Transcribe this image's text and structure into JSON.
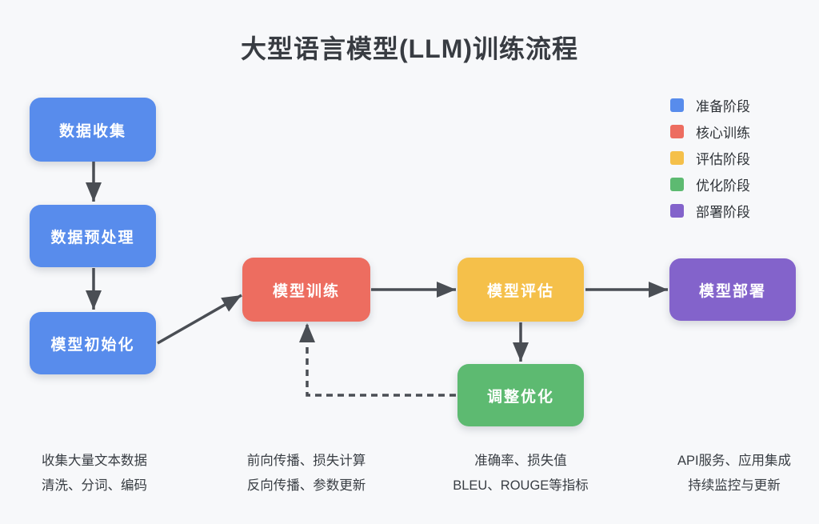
{
  "title": "大型语言模型(LLM)训练流程",
  "colors": {
    "background": "#F7F8FA",
    "arrow": "#4A4E54",
    "title_text": "#383C42",
    "annotation_text": "#383D43",
    "node_text": "#FFFFFF",
    "prepare_blue": "#588CEC",
    "training_red": "#ED6D60",
    "evaluation_yellow": "#F5C04A",
    "optimization_green": "#5DBA71",
    "deployment_purple": "#8363CB"
  },
  "legend": {
    "items": [
      {
        "label": "准备阶段",
        "color": "#588CEC"
      },
      {
        "label": "核心训练",
        "color": "#ED6D60"
      },
      {
        "label": "评估阶段",
        "color": "#F5C04A"
      },
      {
        "label": "优化阶段",
        "color": "#5DBA71"
      },
      {
        "label": "部署阶段",
        "color": "#8363CB"
      }
    ]
  },
  "nodes": {
    "data_collection": {
      "label": "数据收集",
      "color": "#588CEC"
    },
    "data_preprocessing": {
      "label": "数据预处理",
      "color": "#588CEC"
    },
    "model_init": {
      "label": "模型初始化",
      "color": "#588CEC"
    },
    "model_training": {
      "label": "模型训练",
      "color": "#ED6D60"
    },
    "model_evaluation": {
      "label": "模型评估",
      "color": "#F5C04A"
    },
    "tuning": {
      "label": "调整优化",
      "color": "#5DBA71"
    },
    "model_deployment": {
      "label": "模型部署",
      "color": "#8363CB"
    }
  },
  "annotations": {
    "preparation": {
      "line1": "收集大量文本数据",
      "line2": "清洗、分词、编码"
    },
    "training": {
      "line1": "前向传播、损失计算",
      "line2": "反向传播、参数更新"
    },
    "evaluation": {
      "line1": "准确率、损失值",
      "line2": "BLEU、ROUGE等指标"
    },
    "deployment": {
      "line1": "API服务、应用集成",
      "line2": "持续监控与更新"
    }
  }
}
